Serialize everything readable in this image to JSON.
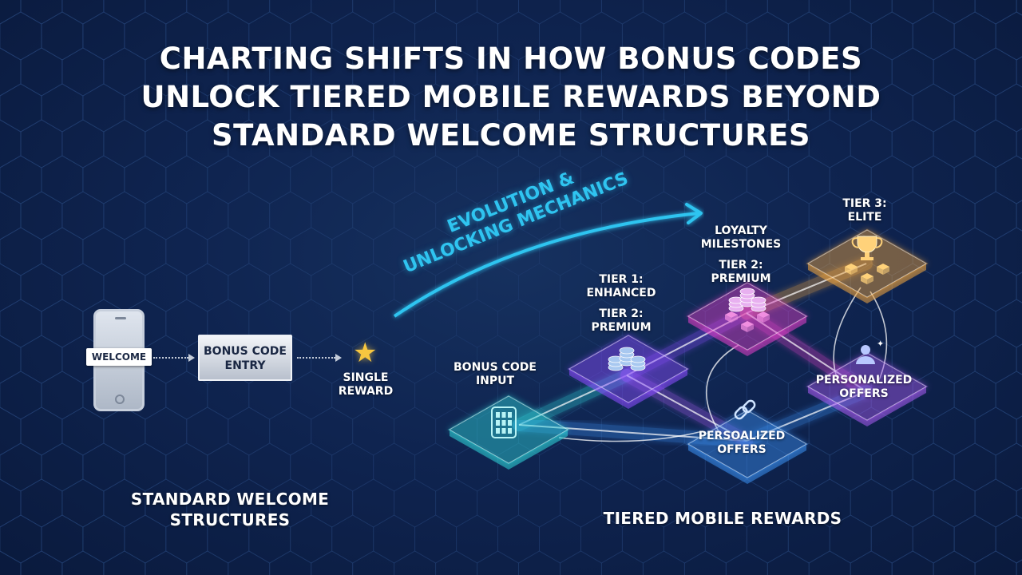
{
  "title": {
    "line1": "CHARTING SHIFTS IN HOW BONUS CODES",
    "line2": "UNLOCK TIERED MOBILE REWARDS BEYOND",
    "line3": "STANDARD WELCOME STRUCTURES"
  },
  "left": {
    "phone_tag": "WELCOME",
    "code_box": {
      "line1": "BONUS CODE",
      "line2": "ENTRY"
    },
    "reward": {
      "line1": "SINGLE",
      "line2": "REWARD"
    },
    "section": {
      "line1": "STANDARD WELCOME",
      "line2": "STRUCTURES"
    }
  },
  "evolution": {
    "line1": "EVOLUTION &",
    "line2": "UNLOCKING MECHANICS",
    "color": "#2fc4f0"
  },
  "right": {
    "bonus_input": {
      "line1": "BONUS CODE",
      "line2": "INPUT"
    },
    "tier1": {
      "line1": "TIER 1:",
      "line2": "ENHANCED"
    },
    "tier2a": {
      "line1": "TIER 2:",
      "line2": "PREMIUM"
    },
    "loyalty": {
      "line1": "LOYALTY",
      "line2": "MILESTONES"
    },
    "tier2b": {
      "line1": "TIER 2:",
      "line2": "PREMIUM"
    },
    "tier3": {
      "line1": "TIER 3:",
      "line2": "ELITE"
    },
    "personalized_right": {
      "line1": "PERSONALIZED",
      "line2": "OFFERS"
    },
    "persoalized_bottom": {
      "line1": "PERSOALIZED",
      "line2": "OFFERS"
    },
    "section": "TIERED MOBILE REWARDS"
  },
  "colors": {
    "teal": "#2fd3d8",
    "purple": "#8b4dff",
    "magenta": "#e040c8",
    "gold": "#f0a640",
    "blue": "#3b8ff0",
    "violet": "#a85cf0"
  }
}
